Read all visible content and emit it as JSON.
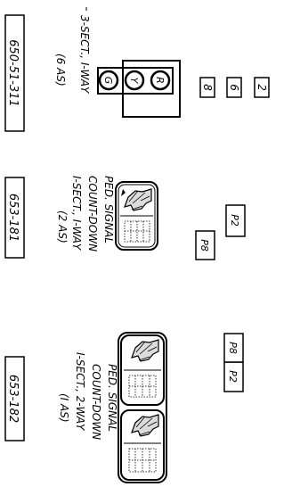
{
  "signals": [
    {
      "signal_type_lines": [
        "3-SECT., I-WAY",
        "(6 AS)"
      ],
      "part_number": "650-51-311",
      "lenses": [
        "R",
        "Y",
        "G"
      ],
      "phase_tags": [
        "2",
        "6",
        "8"
      ]
    },
    {
      "signal_type_lines": [
        "PED. SIGNAL",
        "COUNT-DOWN",
        "I-SECT., I-WAY",
        "(2 AS)"
      ],
      "part_number": "653-181",
      "phase_tags": [
        "P2",
        "P8"
      ]
    },
    {
      "signal_type_lines": [
        "PED. SIGNAL",
        "COUNT-DOWN",
        "I-SECT., 2-WAY",
        "(I AS)"
      ],
      "part_number": "653-182",
      "phase_tags": [
        "P2",
        "P8"
      ]
    }
  ]
}
